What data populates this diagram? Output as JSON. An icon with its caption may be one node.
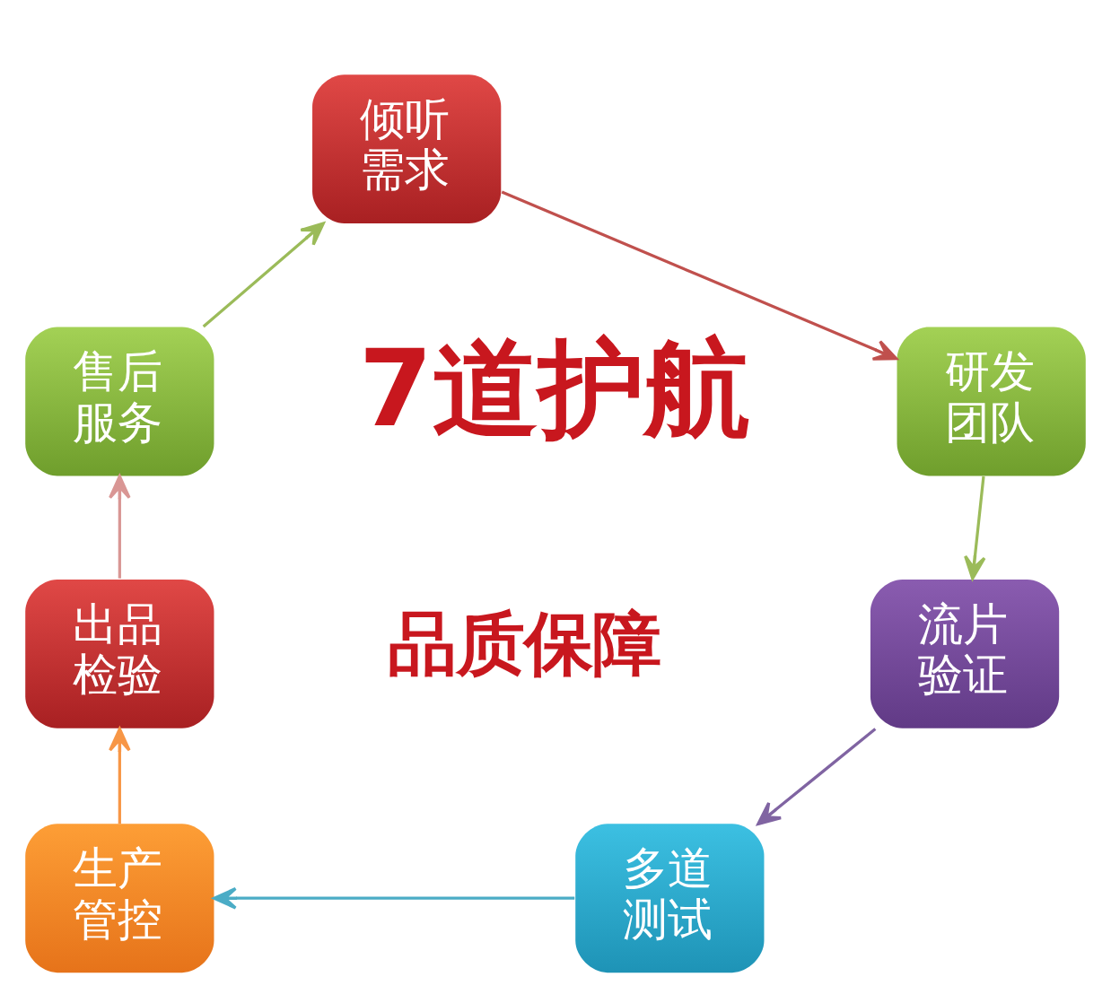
{
  "diagram": {
    "nodes": [
      {
        "text": [
          "倾听需求"
        ]
      },
      {
        "text": [
          "研发团队"
        ]
      },
      {
        "text": [
          "流片验证"
        ]
      },
      {
        "text": [
          "多道测试"
        ]
      },
      {
        "text": [
          "生产管控"
        ]
      },
      {
        "text": [
          "出品检验"
        ]
      },
      {
        "text": [
          "售后服务"
        ]
      }
    ],
    "edges": [
      {
        "from": 0,
        "to": 1,
        "arrow": "to",
        "color": "#c0504d"
      },
      {
        "from": 1,
        "to": 2,
        "arrow": "to",
        "color": "#9bbb59"
      },
      {
        "from": 2,
        "to": 3,
        "arrow": "to",
        "color": "#8064a2"
      },
      {
        "from": 3,
        "to": 4,
        "arrow": "to",
        "color": "#4bacc6"
      },
      {
        "from": 4,
        "to": 5,
        "arrow": "to",
        "color": "#f79646"
      },
      {
        "from": 5,
        "to": 6,
        "arrow": "to",
        "color": "#d99694"
      },
      {
        "from": 6,
        "to": 0,
        "arrow": "to",
        "color": "#9bbb59"
      }
    ],
    "labels": [
      "7道护航",
      "品质保障"
    ]
  }
}
